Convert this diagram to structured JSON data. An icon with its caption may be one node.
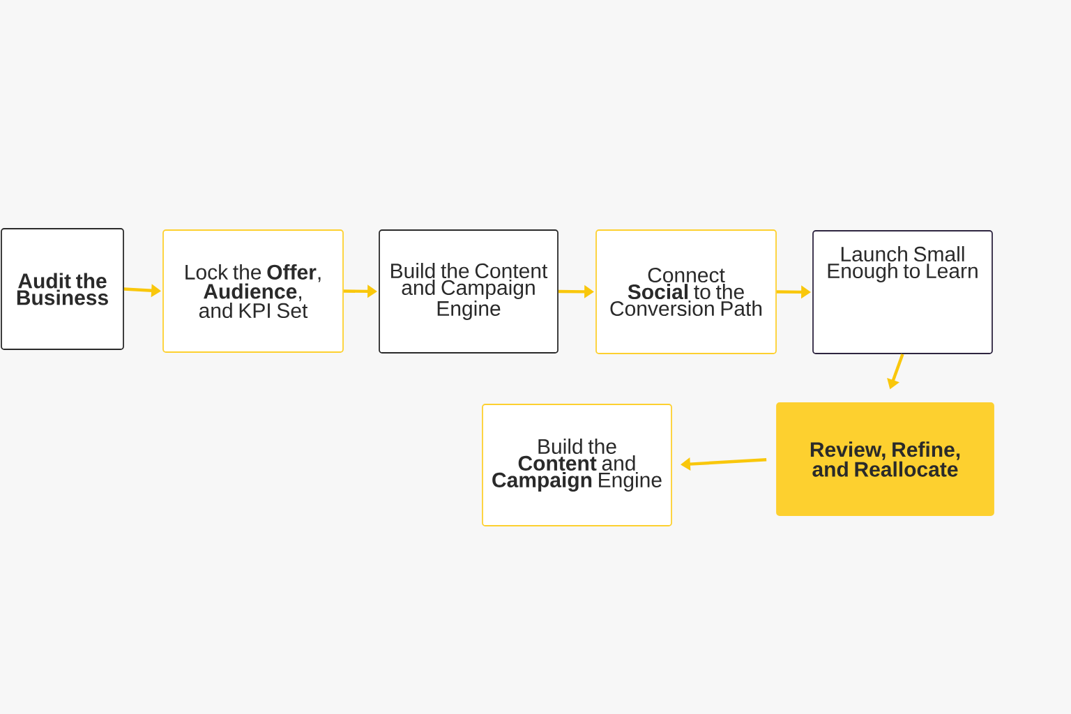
{
  "diagram": {
    "nodes": [
      {
        "text": [
          "Audit the Business"
        ]
      },
      {
        "text": [
          "Lock the **Offer**, **Audience**, and KPI Set"
        ]
      },
      {
        "text": [
          "Build the Content and Campaign Engine"
        ]
      },
      {
        "text": [
          "Connect **Social** to the Conversion Path"
        ]
      },
      {
        "text": [
          "Launch Small Enough to Learn"
        ]
      },
      {
        "text": [
          "**Review**, **Refine**, and **Reallocate**"
        ]
      },
      {
        "text": [
          "Build the **Content** and **Campaign** Engine"
        ]
      }
    ],
    "edges": [
      {
        "from": 0,
        "to": 1,
        "arrow": "to"
      },
      {
        "from": 1,
        "to": 2,
        "arrow": "to"
      },
      {
        "from": 2,
        "to": 3,
        "arrow": "to"
      },
      {
        "from": 3,
        "to": 4,
        "arrow": "to"
      },
      {
        "from": 4,
        "to": 5,
        "arrow": "to"
      },
      {
        "from": 5,
        "to": 6,
        "arrow": "to"
      }
    ]
  }
}
